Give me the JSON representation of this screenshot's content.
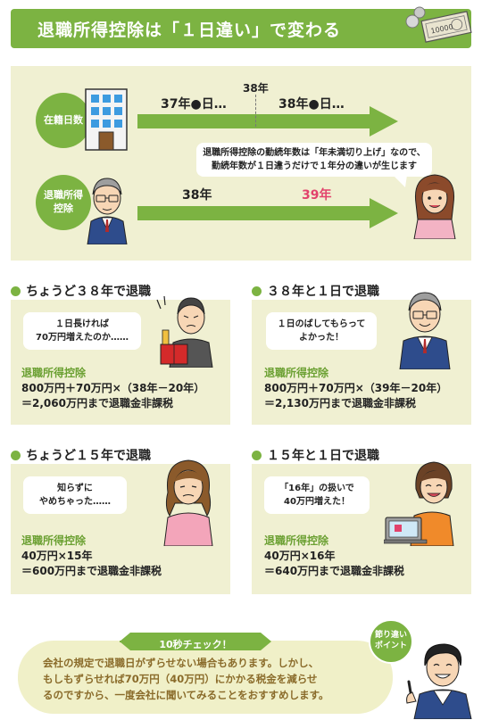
{
  "header": {
    "title": "退職所得控除は「１日違い」で変わる",
    "bill_label": "10000"
  },
  "timeline": {
    "row1_label": "在籍日数",
    "row2_label": "退職所得控除",
    "row1_left": "37年●日…",
    "row1_right": "38年●日…",
    "marker": "38年",
    "row2_left": "38年",
    "row2_right": "39年",
    "note_line1": "退職所得控除の勤続年数は「年未満切り上げ」なので、",
    "note_line2": "勤続年数が１日違うだけで１年分の違いが生じます"
  },
  "scenarios": [
    {
      "title": "ちょうど３８年で退職",
      "bubble": [
        "１日長ければ",
        "70万円増えたのか……"
      ],
      "deduction_label": "退職所得控除",
      "formula": [
        "800万円＋70万円×（38年－20年）",
        "＝2,060万円まで退職金非課税"
      ]
    },
    {
      "title": "３８年と１日で退職",
      "bubble": [
        "１日のばしてもらって",
        "よかった！"
      ],
      "deduction_label": "退職所得控除",
      "formula": [
        "800万円＋70万円×（39年－20年）",
        "＝2,130万円まで退職金非課税"
      ]
    },
    {
      "title": "ちょうど１５年で退職",
      "bubble": [
        "知らずに",
        "やめちゃった……"
      ],
      "deduction_label": "退職所得控除",
      "formula": [
        "40万円×15年",
        "＝600万円まで退職金非課税"
      ]
    },
    {
      "title": "１５年と１日で退職",
      "bubble": [
        "「16年」の扱いで",
        "40万円増えた！"
      ],
      "deduction_label": "退職所得控除",
      "formula": [
        "40万円×16年",
        "＝640万円まで退職金非課税"
      ]
    }
  ],
  "bottom": {
    "check_label": "10秒チェック！",
    "point_badge": [
      "節り違い",
      "ポイント"
    ],
    "text": [
      "会社の規定で退職日がずらせない場合もあります。しかし、",
      "もしもずらせれば70万円（40万円）にかかる税金を減らせ",
      "るのですから、一度会社に聞いてみることをおすすめします。"
    ]
  },
  "colors": {
    "green": "#7cb342",
    "panel": "#f0f0d2",
    "pink_value": "#e2426c",
    "bottom_text": "#8a6b2a"
  }
}
